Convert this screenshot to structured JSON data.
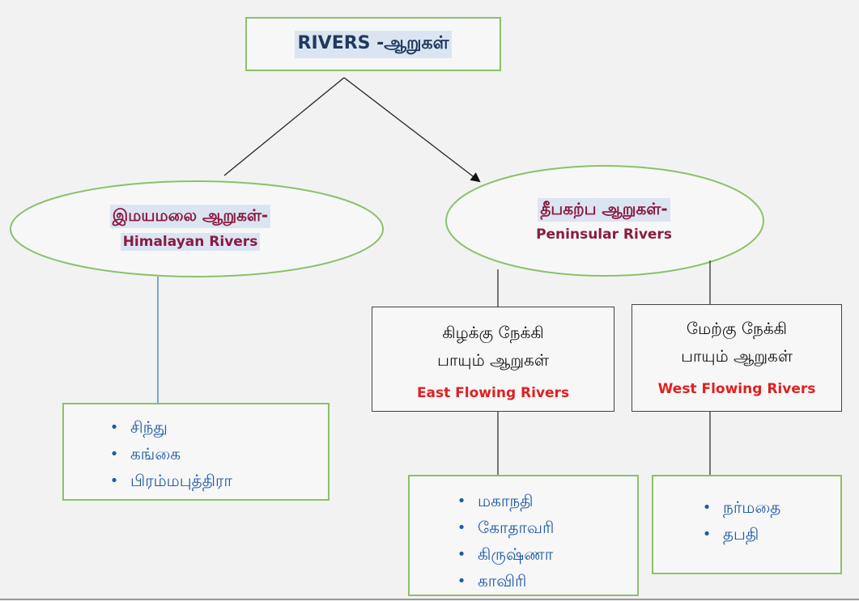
{
  "root": {
    "title": "RIVERS -ஆறுகள்"
  },
  "himalayan": {
    "title_tamil": "இமயமலை ஆறுகள்-",
    "title_english": "Himalayan Rivers",
    "rivers": [
      "சிந்து",
      "கங்கை",
      "பிரம்மபுத்திரா"
    ]
  },
  "peninsular": {
    "title_tamil": "தீபகற்ப ஆறுகள்-",
    "title_english": "Peninsular Rivers",
    "east": {
      "title_tamil_line1": "கிழக்கு நேக்கி",
      "title_tamil_line2": "பாயும் ஆறுகள்",
      "title_english": "East Flowing Rivers",
      "rivers": [
        "மகாநதி",
        "கோதாவரி",
        "கிருஷ்ணா",
        "காவிரி"
      ]
    },
    "west": {
      "title_tamil_line1": "மேற்கு நேக்கி",
      "title_tamil_line2": "பாயும் ஆறுகள்",
      "title_english": "West Flowing Rivers",
      "rivers": [
        "நர்மதை",
        "தபதி"
      ]
    }
  },
  "colors": {
    "green_border": "#8cc06a",
    "dark_red_text": "#8b1a40",
    "red_text": "#e02020",
    "blue_text": "#1e5aa8",
    "navy_text": "#1f3a5f",
    "highlight": "#dbe5f1"
  }
}
